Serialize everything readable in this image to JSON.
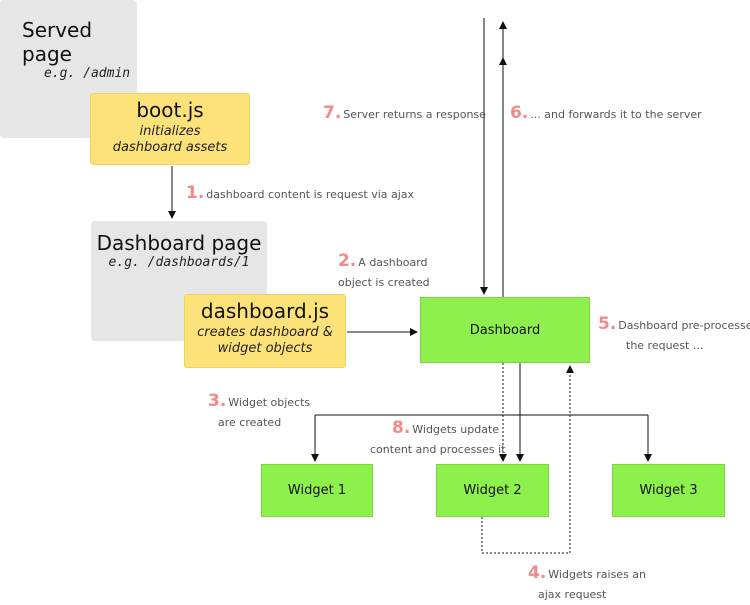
{
  "served_page": {
    "title": "Served page",
    "subtitle": "e.g. /admin"
  },
  "boot_js": {
    "title": "boot.js",
    "subtitle": "initializes dashboard assets"
  },
  "dashboard_page": {
    "title": "Dashboard page",
    "subtitle": "e.g. /dashboards/1"
  },
  "dashboard_js": {
    "title": "dashboard.js",
    "subtitle": "creates dashboard & widget objects"
  },
  "dashboard": {
    "label": "Dashboard"
  },
  "widgets": [
    {
      "label": "Widget 1"
    },
    {
      "label": "Widget 2"
    },
    {
      "label": "Widget 3"
    }
  ],
  "steps": [
    {
      "num": "1.",
      "text": "dashboard content is request via ajax"
    },
    {
      "num": "2.",
      "line1": "A dashboard",
      "line2": "object is created"
    },
    {
      "num": "3.",
      "line1": "Widget objects",
      "line2": "are created"
    },
    {
      "num": "4.",
      "line1": "Widgets raises an",
      "line2": "ajax request"
    },
    {
      "num": "5.",
      "line1": "Dashboard pre-processes",
      "line2": "the request ..."
    },
    {
      "num": "6.",
      "text": "... and forwards it to the server"
    },
    {
      "num": "7.",
      "text": "Server returns a response"
    },
    {
      "num": "8.",
      "line1": "Widgets update",
      "line2": "content and processes it"
    }
  ],
  "colors": {
    "step_number": "#f28a8a",
    "yellow_box": "#fde27a",
    "green_box": "#8ef04c",
    "gray_box": "#e6e6e6"
  }
}
